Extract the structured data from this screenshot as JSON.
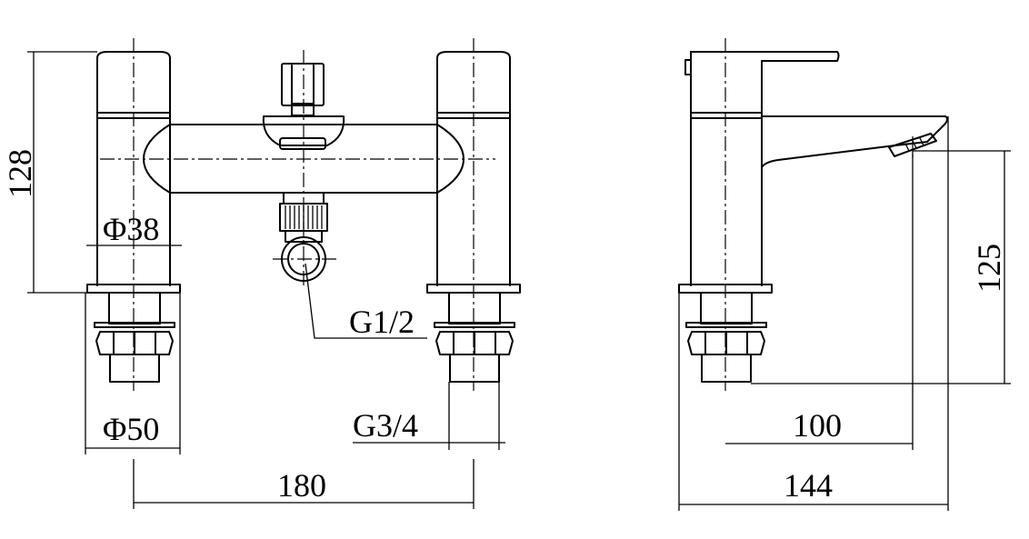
{
  "front_view": {
    "dimensions": {
      "height": "128",
      "handle_diameter": "Φ38",
      "base_diameter": "Φ50",
      "outlet_thread": "G1/2",
      "inlet_thread": "G3/4",
      "centres": "180"
    }
  },
  "side_view": {
    "dimensions": {
      "spout_height": "125",
      "spout_reach": "100",
      "overall_depth": "144"
    }
  }
}
